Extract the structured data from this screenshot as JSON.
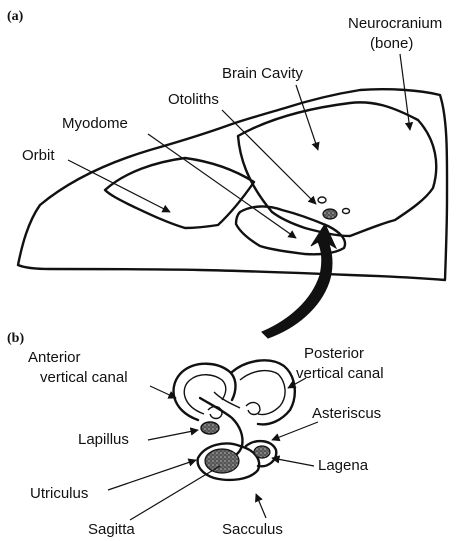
{
  "panels": {
    "a": "(a)",
    "b": "(b)"
  },
  "labels_a": {
    "neurocranium_line1": "Neurocranium",
    "neurocranium_line2": "(bone)",
    "brain_cavity": "Brain Cavity",
    "otoliths": "Otoliths",
    "myodome": "Myodome",
    "orbit": "Orbit"
  },
  "labels_b": {
    "anterior_line1": "Anterior",
    "anterior_line2": "vertical canal",
    "posterior_line1": "Posterior",
    "posterior_line2": "vertical canal",
    "lapillus": "Lapillus",
    "asteriscus": "Asteriscus",
    "lagena": "Lagena",
    "utriculus": "Utriculus",
    "sagitta": "Sagitta",
    "sacculus": "Sacculus"
  }
}
